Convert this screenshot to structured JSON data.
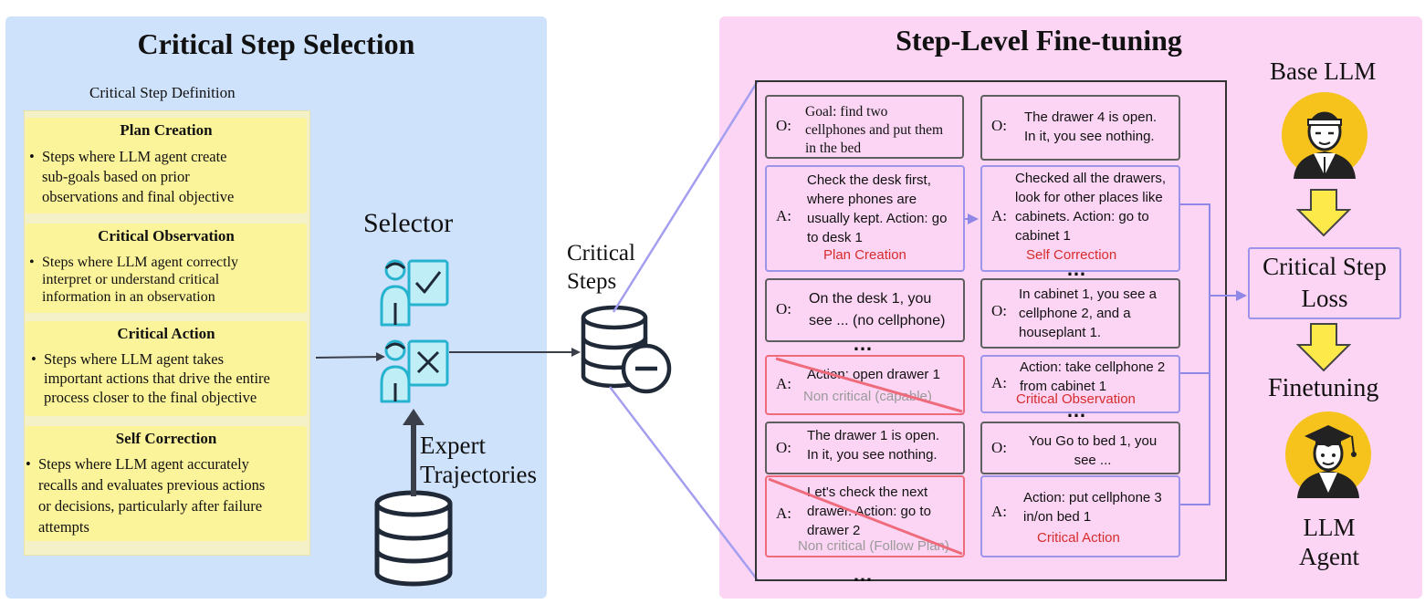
{
  "left_panel": {
    "title": "Critical Step Selection",
    "definition_label": "Critical Step Definition",
    "items": [
      {
        "heading": "Plan Creation",
        "bullet": "•",
        "lines": [
          "Steps where LLM agent create",
          "sub-goals based on prior",
          "observations and final objective"
        ]
      },
      {
        "heading": "Critical Observation",
        "bullet": "•",
        "lines": [
          "Steps where LLM agent correctly",
          "interpret or understand critical",
          "information in an observation"
        ]
      },
      {
        "heading": "Critical Action",
        "bullet": "•",
        "lines": [
          "Steps where LLM agent takes",
          "important actions that drive the entire",
          "process closer to the final objective"
        ]
      },
      {
        "heading": "Self Correction",
        "bullet": "•",
        "lines": [
          "Steps where LLM agent accurately",
          "recalls and evaluates previous actions",
          "or decisions, particularly after failure",
          "attempts"
        ]
      }
    ],
    "selector_label": "Selector",
    "expert_label": [
      "Expert",
      "Trajectories"
    ]
  },
  "middle": {
    "critical_steps_label": [
      "Critical",
      "Steps"
    ]
  },
  "right_panel": {
    "title": "Step-Level Fine-tuning",
    "base_llm": "Base LLM",
    "loss_label": [
      "Critical Step",
      "Loss"
    ],
    "finetuning_label": "Finetuning",
    "agent_label": [
      "LLM",
      "Agent"
    ],
    "ellipsis": "…",
    "left_column": [
      {
        "label": "O:",
        "lines": [
          "Goal: find two",
          "cellphones and put them",
          "in the bed"
        ],
        "tag": "",
        "style": "dark"
      },
      {
        "label": "A:",
        "lines": [
          "Check the desk first,",
          "where phones are",
          "usually kept. Action: go",
          "to desk 1"
        ],
        "tag": "Plan Creation",
        "style": "blue"
      },
      {
        "label": "O:",
        "lines": [
          "On the desk 1, you",
          "see ... (no cellphone)"
        ],
        "tag": "",
        "style": "dark"
      },
      {
        "label": "A:",
        "lines": [
          "Action: open drawer 1"
        ],
        "tag": "Non critical (capable)",
        "style": "red"
      },
      {
        "label": "O:",
        "lines": [
          "The drawer 1 is open.",
          "In it, you see nothing."
        ],
        "tag": "",
        "style": "dark"
      },
      {
        "label": "A:",
        "lines": [
          "Let's check the next",
          "drawer. Action: go to",
          "drawer 2"
        ],
        "tag": "Non critical (Follow Plan)",
        "style": "red"
      }
    ],
    "right_column": [
      {
        "label": "O:",
        "lines": [
          "The drawer 4 is open.",
          "In it, you see nothing."
        ],
        "tag": "",
        "style": "dark"
      },
      {
        "label": "A:",
        "lines": [
          "Checked all the drawers,",
          "look for other places like",
          "cabinets. Action: go to",
          "cabinet 1"
        ],
        "tag": "Self Correction",
        "style": "blue"
      },
      {
        "label": "O:",
        "lines": [
          "In cabinet 1, you see a",
          "cellphone 2, and a",
          "houseplant 1."
        ],
        "tag": "",
        "style": "dark"
      },
      {
        "label": "A:",
        "lines": [
          "Action: take cellphone 2",
          "from cabinet 1"
        ],
        "tag": "Critical Observation",
        "style": "blue"
      },
      {
        "label": "O:",
        "lines": [
          "You Go to bed 1, you",
          "see ..."
        ],
        "tag": "",
        "style": "dark"
      },
      {
        "label": "A:",
        "lines": [
          "Action: put cellphone 3",
          "in/on bed 1"
        ],
        "tag": "Critical Action",
        "style": "blue"
      }
    ]
  },
  "colors": {
    "left_bg": "#cfe2fb",
    "right_bg": "#fbd5f3",
    "definition_box": "#fcf49a",
    "critical_border": "#9b94ea",
    "noncritical_border": "#ef6b7b",
    "critical_tag": "#d72c2c",
    "noncritical_tag": "#9a9a9a",
    "teal_icon": "#26b3cf",
    "avatar_yellow": "#f6c21c",
    "arrow_yellow": "#fde94a"
  }
}
